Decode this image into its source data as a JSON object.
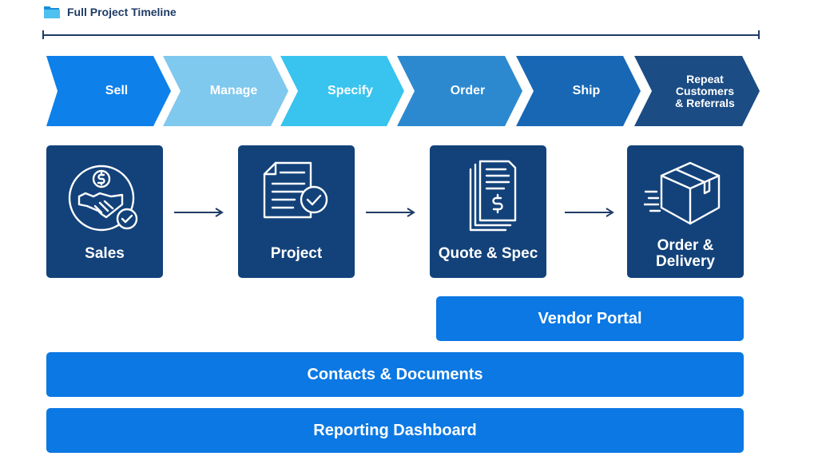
{
  "header": {
    "title": "Full Project Timeline",
    "icon": "folder-icon"
  },
  "stages": [
    {
      "label": "Sell",
      "color": "#0d80ea"
    },
    {
      "label": "Manage",
      "color": "#7fc8ee"
    },
    {
      "label": "Specify",
      "color": "#38c4ee"
    },
    {
      "label": "Order",
      "color": "#2c89cf"
    },
    {
      "label": "Ship",
      "color": "#1767b4"
    },
    {
      "label": "Repeat\nCustomers\n& Referrals",
      "color": "#1b4c84"
    }
  ],
  "cards": [
    {
      "label": "Sales",
      "icon": "handshake-dollar-icon"
    },
    {
      "label": "Project",
      "icon": "document-check-icon"
    },
    {
      "label": "Quote & Spec",
      "icon": "quote-document-dollar-icon"
    },
    {
      "label": "Order &\nDelivery",
      "icon": "delivery-box-icon"
    }
  ],
  "bars": {
    "vendor_portal": "Vendor Portal",
    "contacts_documents": "Contacts & Documents",
    "reporting_dashboard": "Reporting Dashboard"
  },
  "colors": {
    "card_bg": "#13427a",
    "bar_bg": "#0b78e3",
    "timeline": "#1f3b66"
  }
}
